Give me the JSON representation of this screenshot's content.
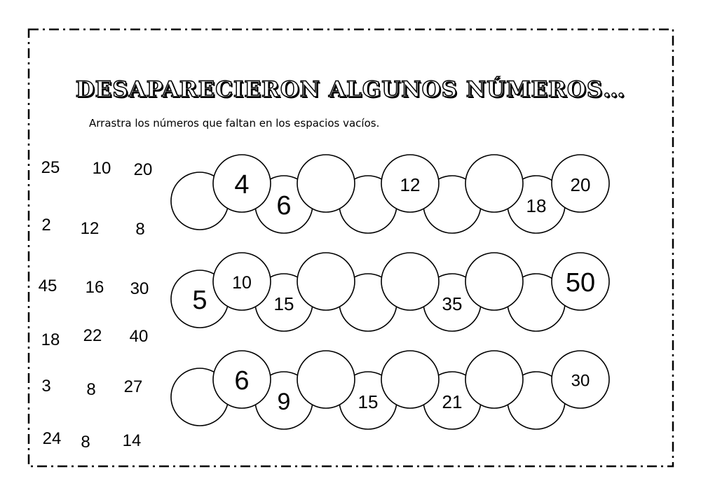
{
  "title": "DESAPARECIERON ALGUNOS NÚMEROS…",
  "instruction": "Arrastra los números que faltan en los espacios vacíos.",
  "pool": [
    "25",
    "10",
    "20",
    "2",
    "12",
    "8",
    "45",
    "16",
    "30",
    "18",
    "22",
    "40",
    "3",
    "8",
    "27",
    "24",
    "8",
    "14"
  ],
  "rows": [
    [
      "",
      "4",
      "6",
      "",
      "",
      "12",
      "",
      "",
      "18",
      "20"
    ],
    [
      "5",
      "10",
      "15",
      "",
      "",
      "",
      "35",
      "",
      "",
      "50"
    ],
    [
      "",
      "6",
      "9",
      "",
      "15",
      "",
      "21",
      "",
      "",
      "30"
    ]
  ],
  "colors": {
    "ink": "#000000",
    "paper": "#ffffff"
  }
}
